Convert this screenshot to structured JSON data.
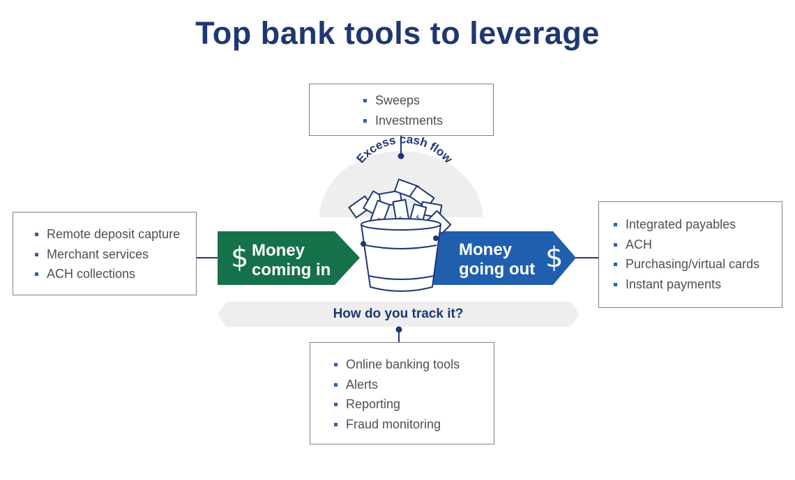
{
  "title": "Top bank tools to leverage",
  "top_box": {
    "items": [
      "Sweeps",
      "Investments"
    ]
  },
  "left_box": {
    "items": [
      "Remote deposit capture",
      "Merchant services",
      "ACH collections"
    ]
  },
  "right_box": {
    "items": [
      "Integrated payables",
      "ACH",
      "Purchasing/virtual cards",
      "Instant payments"
    ]
  },
  "bottom_box": {
    "items": [
      "Online banking tools",
      "Alerts",
      "Reporting",
      "Fraud monitoring"
    ]
  },
  "money_in": {
    "line1": "Money",
    "line2": "coming in",
    "symbol": "$",
    "color": "#15714a"
  },
  "money_out": {
    "line1": "Money",
    "line2": "going out",
    "symbol": "$",
    "color": "#1f5fae"
  },
  "excess_label": "Excess cash flow",
  "track_label": "How do you track it?",
  "colors": {
    "navy": "#1f3771",
    "bullet": "#2a62ad",
    "border": "#7b8088",
    "band": "#eeeeee"
  },
  "icons": {
    "bucket": "bucket-of-cash-icon"
  }
}
